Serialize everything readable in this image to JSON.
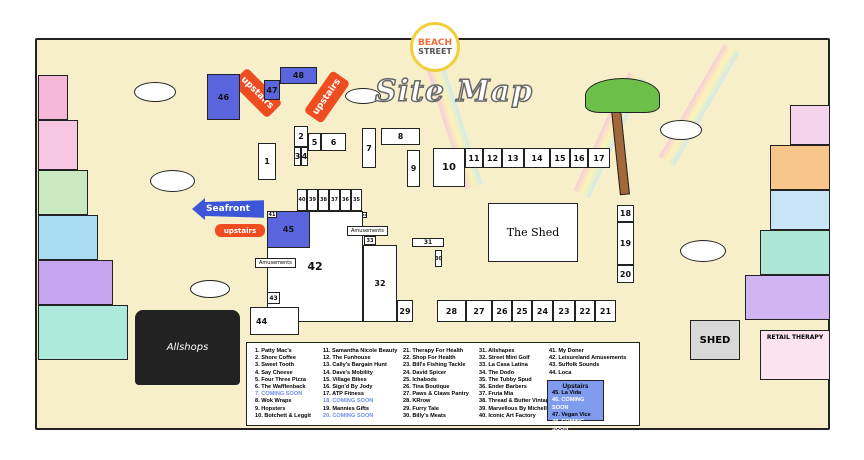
{
  "logo": {
    "line1": "BEACH",
    "line2": "STREET"
  },
  "title": "Site Map",
  "labels": {
    "seafront": "Seafront",
    "upstairs": "upstairs",
    "the_shed": "The Shed",
    "shed_sign": "SHED",
    "retail": "RETAIL THERAPY",
    "amusements": "Amusements",
    "bus": "Allshops"
  },
  "stalls": {
    "1": "1",
    "2": "2",
    "3": "3",
    "4": "4",
    "5": "5",
    "6": "6",
    "7": "7",
    "8": "8",
    "9": "9",
    "10": "10",
    "11": "11",
    "12": "12",
    "13": "13",
    "14": "14",
    "15": "15",
    "16": "16",
    "17": "17",
    "18": "18",
    "19": "19",
    "20": "20",
    "21": "21",
    "22": "22",
    "23": "23",
    "24": "24",
    "25": "25",
    "26": "26",
    "27": "27",
    "28": "28",
    "29": "29",
    "30": "30",
    "31": "31",
    "32": "32",
    "33": "33",
    "34": "34",
    "35": "35",
    "36": "36",
    "37": "37",
    "38": "38",
    "39": "39",
    "40": "40",
    "41": "41",
    "42": "42",
    "43": "43",
    "44": "44",
    "45": "45",
    "46": "46",
    "47": "47",
    "48": "48"
  },
  "legend": {
    "columns": [
      [
        "1. Patty Mac's",
        "2. Shore Coffee",
        "3. Sweet Tooth",
        "4. Say Cheese",
        "5. Four Three Pizza",
        "6. The Wafflenback",
        "7. COMING SOON",
        "8. Wok Wraps",
        "9. Hopsters",
        "10. Botchett & Leggit"
      ],
      [
        "11. Samantha Nicole Beauty",
        "12. The Funhouse",
        "13. Cally's Bargain Hunt",
        "14. Dave's Mobility",
        "15. Village Bikes",
        "16. Sign'd By Jody",
        "17. ATP Fitness",
        "18. COMING SOON",
        "19. Mannies Gifts",
        "20. COMING SOON"
      ],
      [
        "21. Therapy For Health",
        "22. Shop For Health",
        "23. Bill's Fishing Tackle",
        "24. David Spicer",
        "25. Ichabods",
        "26. Tina Boutique",
        "27. Paws & Claws Pantry",
        "28. KRrow",
        "29. Furry Tale",
        "30. Billy's Meats"
      ],
      [
        "31. Allshapes",
        "32. Street Mini Golf",
        "33. La Casa Latina",
        "34. The Dodo",
        "35. The Tubby Spud",
        "36. Ender Barbers",
        "37. Fruta Mia",
        "38. Thread & Butter Vintage",
        "39. Marvellous By Michelle",
        "40. Iconic Art Factory"
      ],
      [
        "41. My Doner",
        "42. Leisureland Amusements",
        "43. Suffolk Sounds",
        "44. Loca"
      ]
    ],
    "upstairs_title": "Upstairs",
    "upstairs": [
      "45. La Vida",
      "46. COMING SOON",
      "47. Vegan Vice",
      "48. COMING SOON"
    ]
  },
  "colors": {
    "map_bg": "#f7efc9",
    "upstairs_blue": "#5a64dc",
    "arrow_red": "#ef4c20",
    "coming_soon": "#6c8ff0"
  }
}
